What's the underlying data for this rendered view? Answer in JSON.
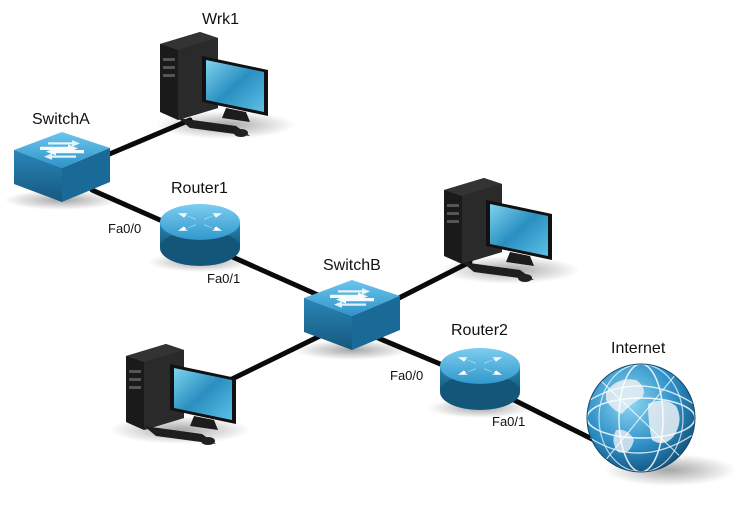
{
  "diagram": {
    "colors": {
      "device_blue": "#3aa6d8",
      "device_blue_dark": "#1d6f9c",
      "link": "#0a0a0a",
      "pc_case": "#1b1b1b"
    },
    "nodes": {
      "wrk1": {
        "label": "Wrk1",
        "icon": "desktop-computer-icon"
      },
      "pc_right": {
        "label": "",
        "icon": "desktop-computer-icon"
      },
      "pc_bottom": {
        "label": "",
        "icon": "desktop-computer-icon"
      },
      "switch_a": {
        "label": "SwitchA",
        "icon": "switch-icon"
      },
      "switch_b": {
        "label": "SwitchB",
        "icon": "switch-icon"
      },
      "router1": {
        "label": "Router1",
        "icon": "router-icon"
      },
      "router2": {
        "label": "Router2",
        "icon": "router-icon"
      },
      "internet": {
        "label": "Internet",
        "icon": "globe-icon"
      }
    },
    "ports": {
      "router1_fa00": "Fa0/0",
      "router1_fa01": "Fa0/1",
      "router2_fa00": "Fa0/0",
      "router2_fa01": "Fa0/1"
    }
  }
}
